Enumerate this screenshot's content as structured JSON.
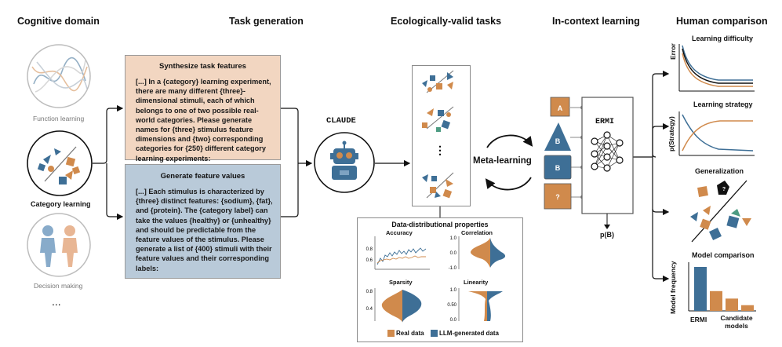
{
  "headers": {
    "cognitive_domain": "Cognitive domain",
    "task_generation": "Task generation",
    "ecological_tasks": "Ecologically-valid tasks",
    "in_context": "In-context learning",
    "human_comparison": "Human comparison"
  },
  "domains": {
    "function_learning": "Function learning",
    "category_learning": "Category learning",
    "decision_making": "Decision making",
    "ellipsis": "..."
  },
  "task_gen": {
    "box1_title": "Synthesize task features",
    "box1_text": "[...] In a {category} learning experiment, there are many different {three}-dimensional stimuli, each of which belongs to one of two possible real-world categories. Please generate names for {three} stimulus feature dimensions and {two} corresponding categories for {250} different category learning experiments:",
    "box2_title": "Generate feature values",
    "box2_text": "[...] Each stimulus is characterized by {three} distinct features: {sodium}, {fat}, and {protein}. The {category label} can take the values {healthy} or {unhealthy} and should be predictable from the feature values of the stimulus. Please generate a list of {400} stimuli with their feature values and their corresponding labels:"
  },
  "claude_label": "CLAUDE",
  "meta_learning": "Meta-learning",
  "ermi_label": "ERMI",
  "pb_label": "p(B)",
  "icl_items": [
    "A",
    "B",
    "B",
    "?"
  ],
  "data_props": {
    "title": "Data-distributional properties",
    "accuracy": {
      "title": "Accuracy",
      "ticks": [
        "0.8",
        "0.6"
      ]
    },
    "correlation": {
      "title": "Correlation",
      "ticks": [
        "1.0",
        "0.0",
        "-1.0"
      ]
    },
    "sparsity": {
      "title": "Sparsity",
      "ticks": [
        "0.8",
        "0.4"
      ]
    },
    "linearity": {
      "title": "Linearity",
      "ticks": [
        "1.0",
        "0.50",
        "0.0"
      ]
    },
    "legend_real": "Real data",
    "legend_llm": "LLM-generated data"
  },
  "human": {
    "learning_difficulty": "Learning difficulty",
    "error_label": "Error",
    "learning_strategy": "Learning strategy",
    "pstrategy_label": "p(Strategy)",
    "generalization": "Generalization",
    "model_comparison": "Model comparison",
    "model_freq_label": "Model frequency",
    "ermi_tick": "ERMI",
    "candidate_tick": "Candidate models",
    "model_frequency_values": [
      1.0,
      0.45,
      0.28,
      0.13
    ]
  },
  "colors": {
    "orange": "#d08a4c",
    "blue": "#3e6f96",
    "peach_box": "#f2d6c1",
    "blue_box": "#b9cad9",
    "black": "#1a1a1a"
  }
}
